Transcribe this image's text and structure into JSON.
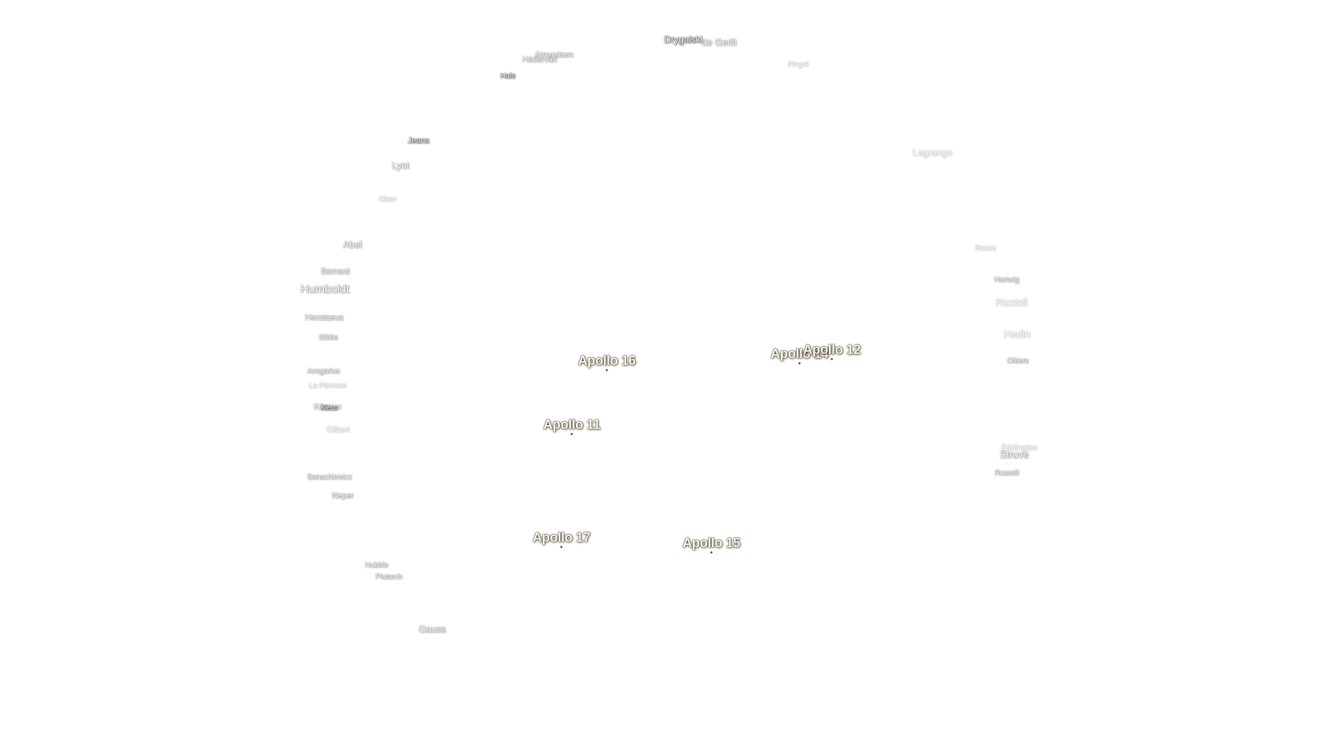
{
  "map": {
    "craters": [
      {
        "name": "Drygalski"
      },
      {
        "name": "de Gerlii"
      },
      {
        "name": "Amundsen"
      },
      {
        "name": "Hédervári"
      },
      {
        "name": "Hale"
      },
      {
        "name": "Pingré"
      },
      {
        "name": "Jeans"
      },
      {
        "name": "Lyot"
      },
      {
        "name": "Lagrange"
      },
      {
        "name": "Oken"
      },
      {
        "name": "Abel"
      },
      {
        "name": "Rocca"
      },
      {
        "name": "Barnard"
      },
      {
        "name": "Hartwig"
      },
      {
        "name": "Humboldt"
      },
      {
        "name": "Riccioli"
      },
      {
        "name": "Hecataeus"
      },
      {
        "name": "Hedin"
      },
      {
        "name": "Gibbs"
      },
      {
        "name": "Olbers"
      },
      {
        "name": "Ansgarius"
      },
      {
        "name": "La Pérouse"
      },
      {
        "name": "Kästner"
      },
      {
        "name": "Kiess"
      },
      {
        "name": "Gilbert"
      },
      {
        "name": "Eddington"
      },
      {
        "name": "Struve"
      },
      {
        "name": "Russell"
      },
      {
        "name": "Banachiewicz"
      },
      {
        "name": "Neper"
      },
      {
        "name": "Hubble"
      },
      {
        "name": "Plutarch"
      },
      {
        "name": "Gauss"
      }
    ],
    "apollo_sites": [
      {
        "name": "Apollo 16"
      },
      {
        "name": "Apollo 14"
      },
      {
        "name": "Apollo 12"
      },
      {
        "name": "Apollo 11"
      },
      {
        "name": "Apollo 17"
      },
      {
        "name": "Apollo 15"
      }
    ]
  }
}
